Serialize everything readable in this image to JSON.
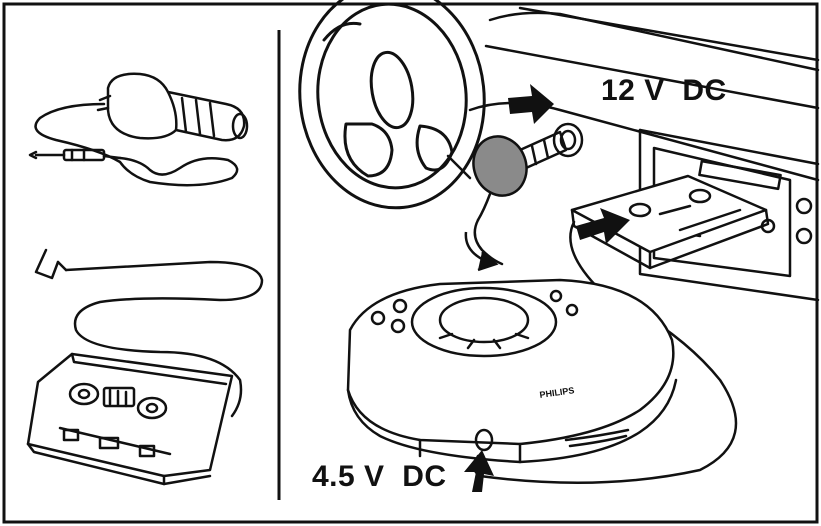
{
  "labels": {
    "car_socket_voltage": "12 V  DC",
    "player_input_voltage": "4.5 V  DC"
  },
  "player": {
    "brand": "PHILIPS"
  },
  "colors": {
    "line": "#111111",
    "background": "#ffffff",
    "arrow": "#111111"
  }
}
